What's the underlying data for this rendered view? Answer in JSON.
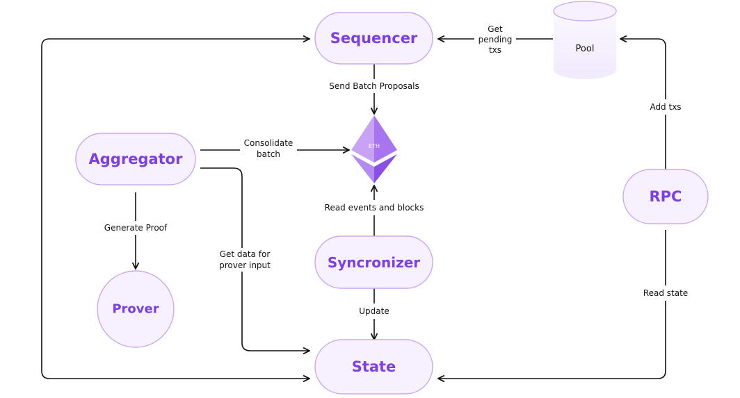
{
  "nodes": {
    "sequencer": "Sequencer",
    "aggregator": "Aggregator",
    "prover": "Prover",
    "syncronizer": "Syncronizer",
    "state": "State",
    "rpc": "RPC",
    "pool": "Pool",
    "eth": "ETH"
  },
  "edges": {
    "get_pending_txs": [
      "Get",
      "pending",
      "txs"
    ],
    "send_batch_proposals": "Send Batch Proposals",
    "consolidate_batch": [
      "Consolidate",
      "batch"
    ],
    "read_events_and_blocks": "Read events and blocks",
    "generate_proof": "Generate Proof",
    "get_data_for_prover_input": [
      "Get data for",
      "prover input"
    ],
    "update": "Update",
    "add_txs": "Add txs",
    "read_state": "Read state"
  },
  "colors": {
    "accent": "#7b3fe4",
    "node_fill": "#f7f1ff",
    "node_border": "#c9a9f3",
    "eth_light": "#c7a2f5",
    "eth_dark": "#8b4fe6"
  }
}
